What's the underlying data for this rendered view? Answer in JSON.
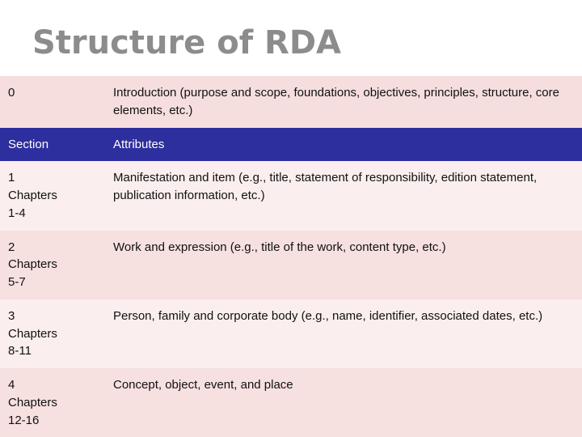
{
  "slide": {
    "title": "Structure of RDA"
  },
  "table": {
    "rows": [
      {
        "left": "0",
        "right": "Introduction (purpose and scope, foundations, objectives, principles, structure, core elements, etc.)"
      },
      {
        "left": "Section",
        "right": "Attributes"
      },
      {
        "left": "1\nChapters\n1-4",
        "right": "Manifestation and item (e.g., title, statement of responsibility, edition statement, publication information, etc.)"
      },
      {
        "left": "2\nChapters\n5-7",
        "right": "Work and expression (e.g., title of the work, content type, etc.)"
      },
      {
        "left": "3\nChapters\n8-11",
        "right": "Person, family and corporate body (e.g., name, identifier, associated dates, etc.)"
      },
      {
        "left": "4\nChapters\n12-16",
        "right": "Concept, object, event, and place"
      }
    ]
  },
  "colors": {
    "title": "#8c8c8c",
    "header_row_bg": "#2e2f9e",
    "header_row_text": "#ffffff",
    "row_bg_light": "#fbeeee",
    "row_bg_dark": "#f7e0e0",
    "intro_row_bg": "#f6dede"
  }
}
